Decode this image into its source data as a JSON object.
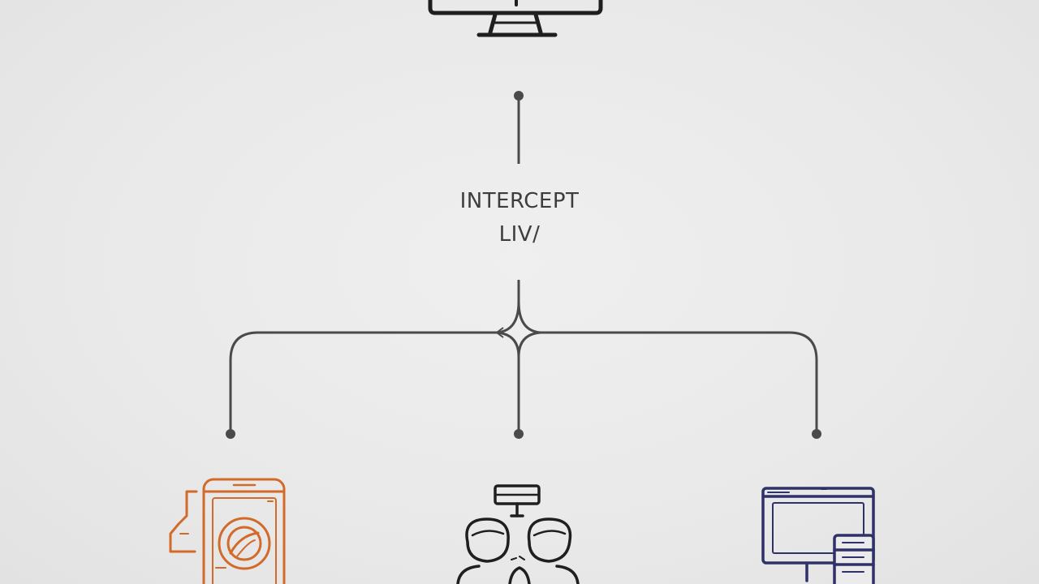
{
  "diagram": {
    "center_label": {
      "line1": "INTERCEPT",
      "line2": "LIV/"
    },
    "nodes": [
      {
        "id": "top",
        "icon": "desktop-monitor-icon"
      },
      {
        "id": "left",
        "icon": "mobile-phone-icon"
      },
      {
        "id": "middle",
        "icon": "two-people-server-icon"
      },
      {
        "id": "right",
        "icon": "desktop-server-icon"
      }
    ],
    "colors": {
      "line": "#4a4a4a",
      "icon_dark": "#1f1f1f",
      "mobile_accent": "#d26a2a",
      "desktop_accent": "#2f3169",
      "background": "#ebebeb"
    }
  }
}
